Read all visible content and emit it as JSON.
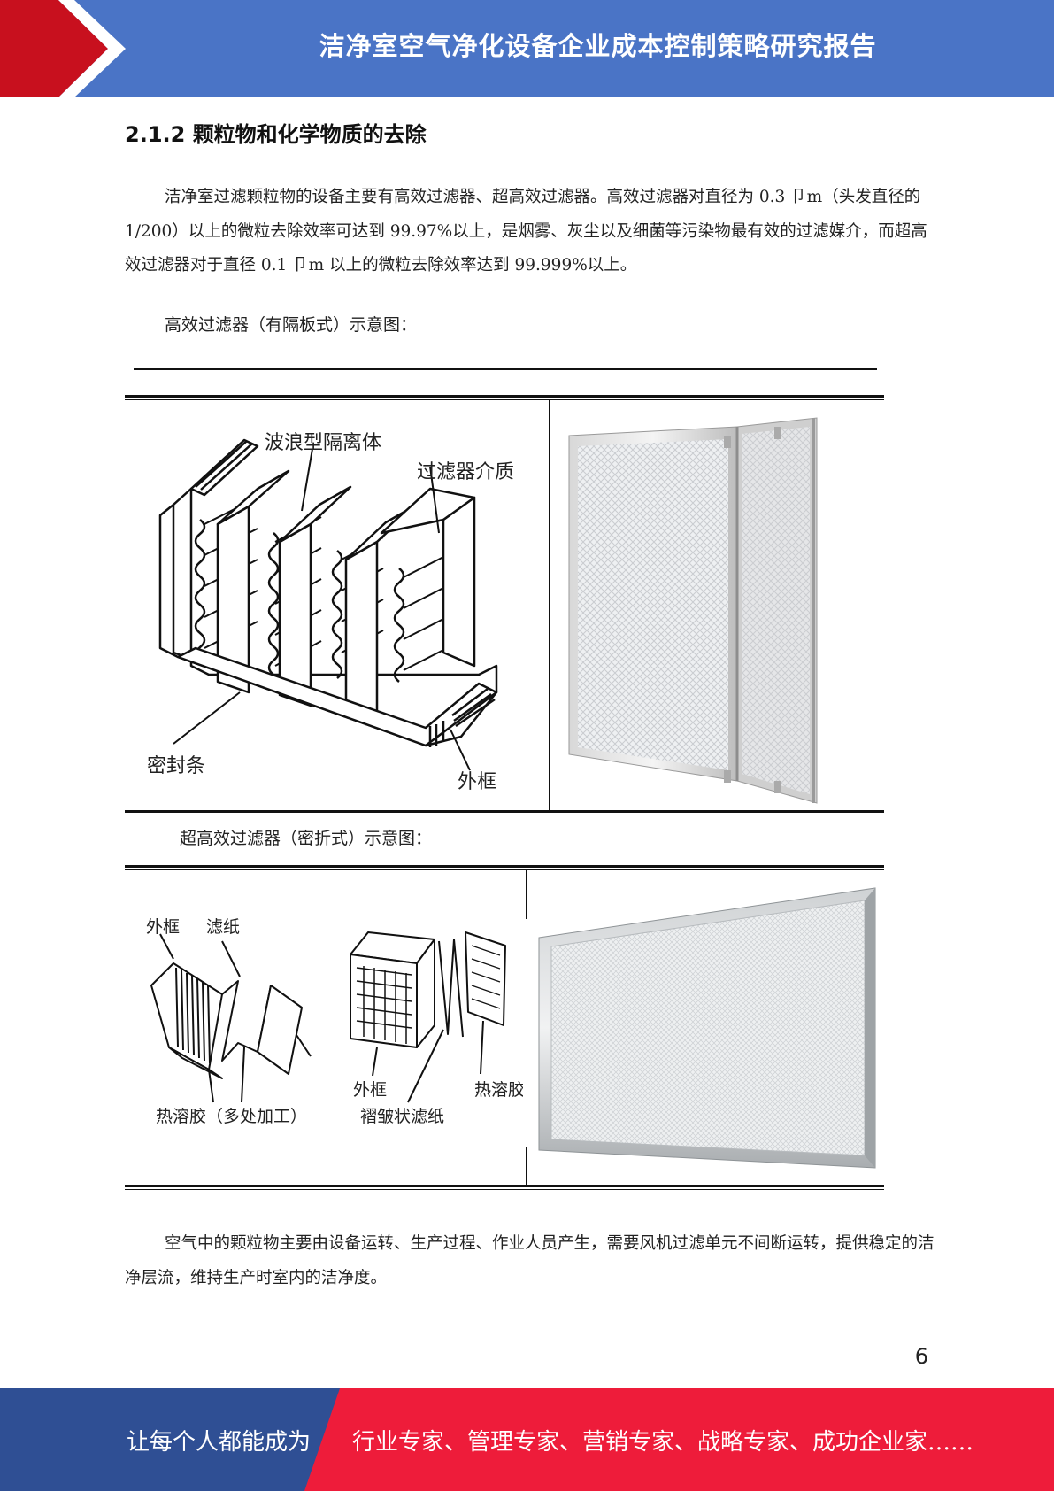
{
  "header": {
    "title": "洁净室空气净化设备企业成本控制策略研究报告",
    "bar_color": "#4a74c6",
    "accent_color": "#c8101e"
  },
  "section": {
    "heading": "2.1.2  颗粒物和化学物质的去除"
  },
  "paragraphs": {
    "intro": "洁净室过滤颗粒物的设备主要有高效过滤器、超高效过滤器。高效过滤器对直径为 0.3 卩m（头发直径的 1/200）以上的微粒去除效率可达到 99.97%以上，是烟雾、灰尘以及细菌等污染物最有效的过滤媒介，而超高效过滤器对于直径 0.1 卩m 以上的微粒去除效率达到 99.999%以上。",
    "closing": "空气中的颗粒物主要由设备运转、生产过程、作业人员产生，需要风机过滤单元不间断运转，提供稳定的洁净层流，维持生产时室内的洁净度。"
  },
  "figure1": {
    "caption": "高效过滤器（有隔板式）示意图：",
    "labels": {
      "separator": "波浪型隔离体",
      "media": "过滤器介质",
      "seal": "密封条",
      "frame": "外框"
    }
  },
  "figure2": {
    "caption": "超高效过滤器（密折式）示意图：",
    "labels": {
      "frame_a": "外框",
      "paper": "滤纸",
      "glue_a": "热溶胶（多处加工）",
      "frame_b": "外框",
      "glue_b": "热溶胶",
      "pleated": "褶皱状滤纸"
    }
  },
  "page_number": "6",
  "footer": {
    "left_text": "让每个人都能成为",
    "right_text": "行业专家、管理专家、营销专家、战略专家、成功企业家……",
    "left_color": "#2f4f94",
    "right_color": "#ee1c3a"
  }
}
